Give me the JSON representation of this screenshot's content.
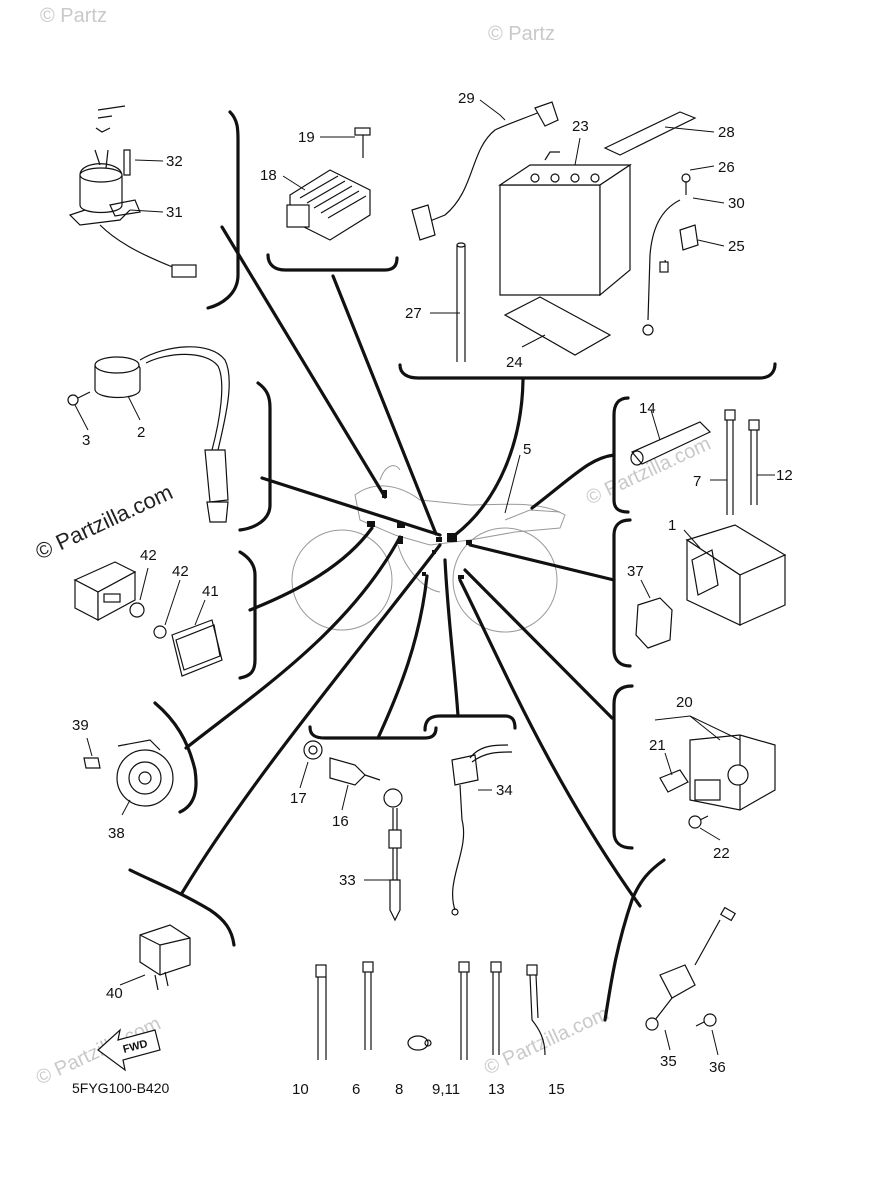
{
  "diagram": {
    "code": "5FYG100-B420",
    "fwd_label": "FWD",
    "watermark": "© Partzilla.com",
    "watermark_short": "© Partz",
    "callouts": {
      "c1": "1",
      "c2": "2",
      "c3": "3",
      "c5": "5",
      "c6": "6",
      "c7": "7",
      "c8": "8",
      "c9_11": "9,11",
      "c10": "10",
      "c12": "12",
      "c13": "13",
      "c14": "14",
      "c15": "15",
      "c16": "16",
      "c17": "17",
      "c18": "18",
      "c19": "19",
      "c20": "20",
      "c21": "21",
      "c22": "22",
      "c23": "23",
      "c24": "24",
      "c25": "25",
      "c26": "26",
      "c27": "27",
      "c28": "28",
      "c29": "29",
      "c30": "30",
      "c31": "31",
      "c32": "32",
      "c33": "33",
      "c34": "34",
      "c35": "35",
      "c36": "36",
      "c37": "37",
      "c38": "38",
      "c39": "39",
      "c40": "40",
      "c41": "41",
      "c42a": "42",
      "c42b": "42"
    }
  }
}
